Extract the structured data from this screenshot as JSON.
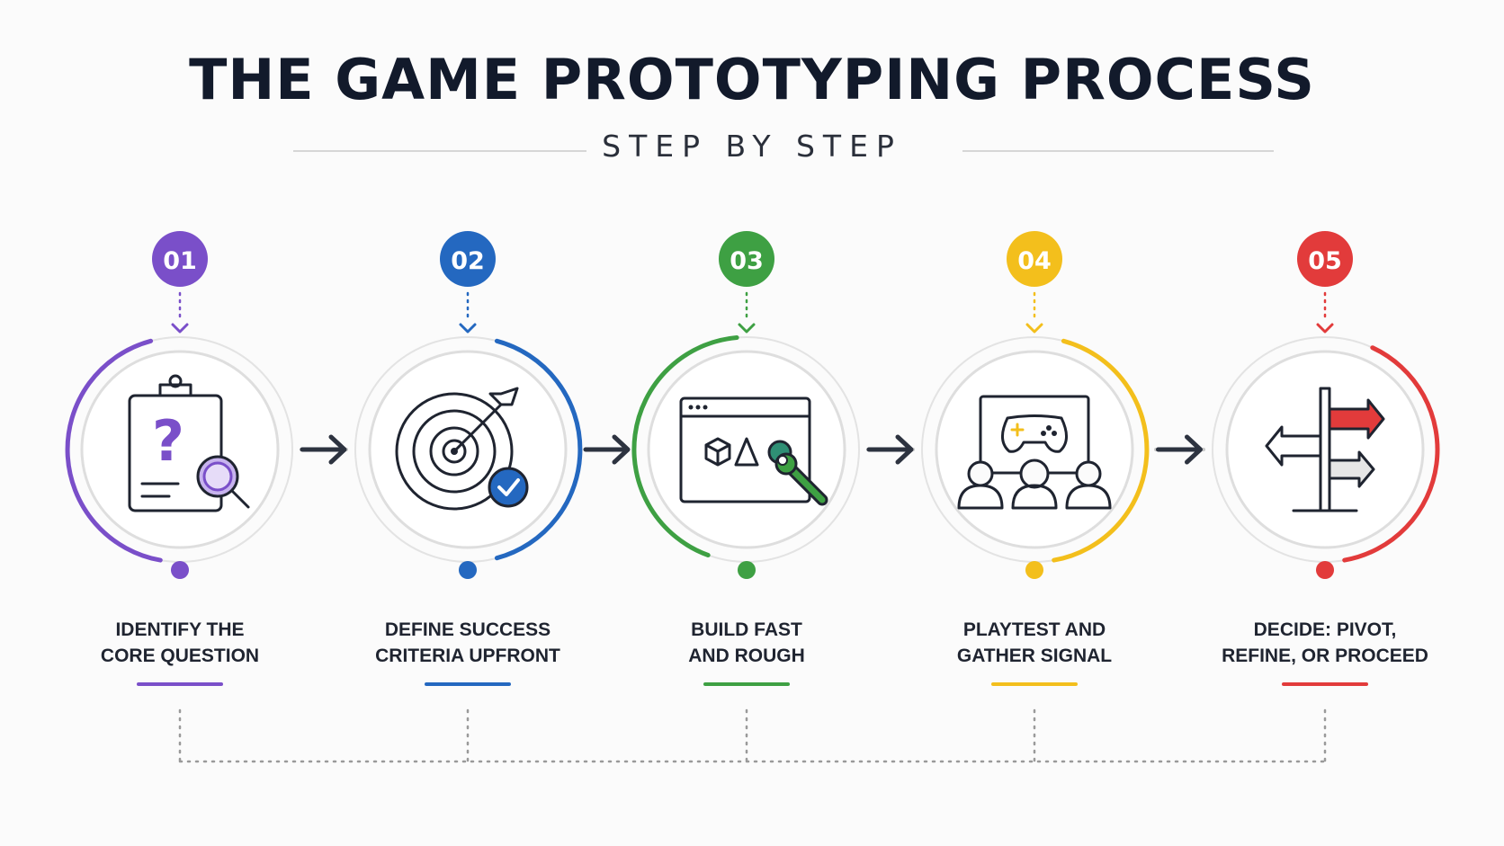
{
  "title": "THE GAME PROTOTYPING PROCESS",
  "subtitle": "STEP BY STEP",
  "steps": [
    {
      "number": "01",
      "line1": "IDENTIFY THE",
      "line2": "CORE QUESTION",
      "color": "#7a4fc9",
      "icon": "clipboard-question-magnifier-icon"
    },
    {
      "number": "02",
      "line1": "DEFINE SUCCESS",
      "line2": "CRITERIA UPFRONT",
      "color": "#2468c0",
      "icon": "target-arrow-check-icon"
    },
    {
      "number": "03",
      "line1": "BUILD FAST",
      "line2": "AND ROUGH",
      "color": "#3ea043",
      "icon": "browser-shapes-wrench-icon"
    },
    {
      "number": "04",
      "line1": "PLAYTEST AND",
      "line2": "GATHER SIGNAL",
      "color": "#f3bf1c",
      "icon": "screen-gamepad-players-icon"
    },
    {
      "number": "05",
      "line1": "DECIDE: PIVOT,",
      "line2": "REFINE, OR PROCEED",
      "color": "#e23b3b",
      "icon": "signpost-icon"
    }
  ]
}
